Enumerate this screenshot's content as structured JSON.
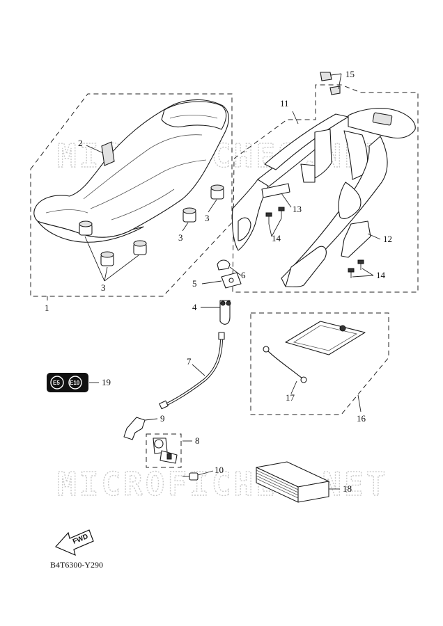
{
  "watermark": "MICROFICHES.NET",
  "diagram_code": "B4T6300-Y290",
  "fwd_label": "FWD",
  "badges": [
    "E5",
    "E10"
  ],
  "callouts": {
    "c1": "1",
    "c2": "2",
    "c3a": "3",
    "c3b": "3",
    "c3c": "3",
    "c4": "4",
    "c5": "5",
    "c6": "6",
    "c7": "7",
    "c8": "8",
    "c9": "9",
    "c10": "10",
    "c11": "11",
    "c12": "12",
    "c13": "13",
    "c14a": "14",
    "c14b": "14",
    "c15": "15",
    "c16": "16",
    "c17": "17",
    "c18": "18",
    "c19": "19"
  }
}
